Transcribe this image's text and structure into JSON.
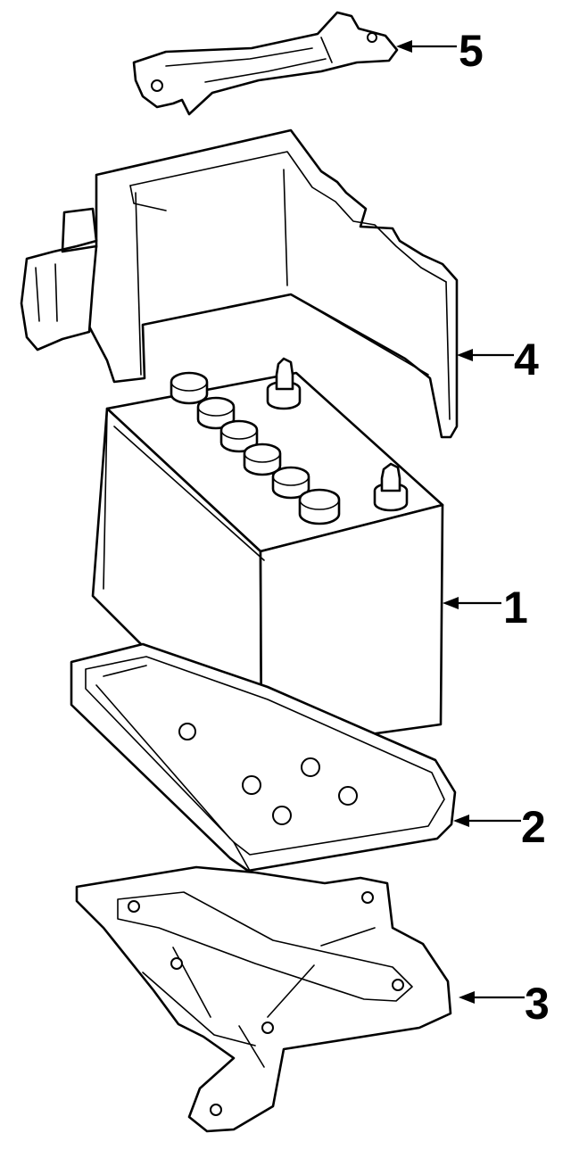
{
  "diagram": {
    "callouts": [
      {
        "id": "bracket",
        "label": "5"
      },
      {
        "id": "cover",
        "label": "4"
      },
      {
        "id": "battery",
        "label": "1"
      },
      {
        "id": "tray",
        "label": "2"
      },
      {
        "id": "carrier",
        "label": "3"
      }
    ]
  },
  "colors": {
    "line": "#000000",
    "background": "#ffffff"
  }
}
